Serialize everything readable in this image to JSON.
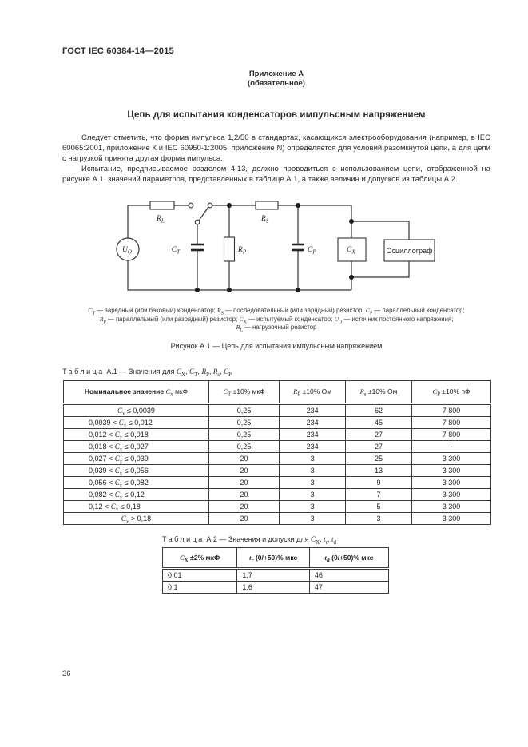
{
  "page": {
    "doc_code": "ГОСТ IEC 60384-14—2015",
    "page_number": "36"
  },
  "appendix": {
    "heading": "Приложение А",
    "subheading": "(обязательное)",
    "title": "Цепь для испытания конденсаторов импульсным напряжением"
  },
  "body": {
    "p1": "Следует отметить, что форма импульса 1,2/50 в стандартах, касающихся электрооборудования (например, в IEC 60065:2001, приложение К и IEC 60950-1:2005, приложение N) определяется для условий разомкнутой цепи, а для цепи с нагрузкой принята другая форма импульса.",
    "p2": "Испытание, предписываемое разделом 4.13, должно проводиться с использованием цепи, отображенной на рисунке А.1, значений параметров, представленных в таблице А.1, а также величин и допусков из таблицы А.2."
  },
  "circuit": {
    "source": {
      "v": "U",
      "s": "O"
    },
    "rl": {
      "v": "R",
      "s": "L"
    },
    "ct": {
      "v": "C",
      "s": "T"
    },
    "rp": {
      "v": "R",
      "s": "P"
    },
    "rs": {
      "v": "R",
      "s": "S"
    },
    "cp": {
      "v": "C",
      "s": "P"
    },
    "cx": {
      "v": "C",
      "s": "X"
    },
    "oscilloscope": "Осциллограф"
  },
  "legend": {
    "line1": {
      "v1": "C",
      "s1": "T",
      "t1": " — зарядный (или баковый) конденсатор; ",
      "v2": "R",
      "s2": "S",
      "t2": " — последовательный (или зарядный) резистор; ",
      "v3": "C",
      "s3": "P",
      "t3": " — параллельный конденсатор;"
    },
    "line2": {
      "v1": "R",
      "s1": "P",
      "t1": " — параллельный (или разрядный) резистор; ",
      "v2": "C",
      "s2": "X",
      "t2": " — испытуемый конденсатор; ",
      "v3": "U",
      "s3": "O",
      "t3": " — источник постоянного напряжения;"
    },
    "line3": {
      "v1": "R",
      "s1": "L",
      "t1": " — нагрузочный резистор"
    }
  },
  "figure_caption": "Рисунок А.1 — Цепь для испытания импульсным напряжением",
  "table_a1": {
    "label": "Таблица",
    "number": "А.1",
    "dash": "—",
    "title_text": "Значения для ",
    "title_vars": [
      {
        "v": "C",
        "s": "X",
        "sep": ", "
      },
      {
        "v": "C",
        "s": "T",
        "sep": ", "
      },
      {
        "v": "R",
        "s": "P",
        "sep": ", "
      },
      {
        "v": "R",
        "s": "s",
        "sep": ", "
      },
      {
        "v": "C",
        "s": "P",
        "sep": ""
      }
    ],
    "headers": {
      "h1": {
        "pre": "Номинальное значение ",
        "v": "C",
        "s": "x",
        "post": " мкФ"
      },
      "h2": {
        "v": "C",
        "s": "T",
        "post": " ±10% мкФ"
      },
      "h3": {
        "v": "R",
        "s": "P",
        "post": " ±10% Ом"
      },
      "h4": {
        "v": "R",
        "s": "s",
        "post": " ±10% Ом"
      },
      "h5": {
        "v": "C",
        "s": "P",
        "post": " ±10% пФ"
      }
    },
    "rows": [
      {
        "pre": "",
        "v": "C",
        "s": "x",
        "post": " ≤ 0,0039",
        "ct": "0,25",
        "rp": "234",
        "rs": "62",
        "cp": "7 800"
      },
      {
        "pre": "0,0039 < ",
        "v": "C",
        "s": "x",
        "post": " ≤ 0,012",
        "ct": "0,25",
        "rp": "234",
        "rs": "45",
        "cp": "7 800"
      },
      {
        "pre": "0,012  < ",
        "v": "C",
        "s": "x",
        "post": " ≤ 0,018",
        "ct": "0,25",
        "rp": "234",
        "rs": "27",
        "cp": "7 800"
      },
      {
        "pre": "0,018  < ",
        "v": "C",
        "s": "x",
        "post": " ≤ 0,027",
        "ct": "0,25",
        "rp": "234",
        "rs": "27",
        "cp": "-"
      },
      {
        "pre": "0,027  < ",
        "v": "C",
        "s": "x",
        "post": " ≤ 0,039",
        "ct": "20",
        "rp": "3",
        "rs": "25",
        "cp": "3 300"
      },
      {
        "pre": "0,039  < ",
        "v": "C",
        "s": "x",
        "post": " ≤ 0,056",
        "ct": "20",
        "rp": "3",
        "rs": "13",
        "cp": "3 300"
      },
      {
        "pre": "0,056  < ",
        "v": "C",
        "s": "x",
        "post": " ≤ 0,082",
        "ct": "20",
        "rp": "3",
        "rs": "9",
        "cp": "3 300"
      },
      {
        "pre": "0,082  < ",
        "v": "C",
        "s": "x",
        "post": " ≤ 0,12",
        "ct": "20",
        "rp": "3",
        "rs": "7",
        "cp": "3 300"
      },
      {
        "pre": "0,12   < ",
        "v": "C",
        "s": "x",
        "post": " ≤ 0,18",
        "ct": "20",
        "rp": "3",
        "rs": "5",
        "cp": "3 300"
      },
      {
        "pre": "",
        "v": "C",
        "s": "x",
        "post": " > 0,18",
        "ct": "20",
        "rp": "3",
        "rs": "3",
        "cp": "3 300"
      }
    ]
  },
  "table_a2": {
    "label": "Таблица",
    "number": "А.2",
    "dash": "—",
    "title_text": "Значения и допуски для ",
    "title_vars": [
      {
        "v": "C",
        "s": "X",
        "sep": ", "
      },
      {
        "v": "t",
        "s": "r",
        "sep": ", "
      },
      {
        "v": "t",
        "s": "d",
        "sep": ""
      }
    ],
    "headers": {
      "h1": {
        "v": "C",
        "s": "X",
        "post": " ±2% мкФ"
      },
      "h2": {
        "v": "t",
        "s": "r",
        "post": " (0/+50)% мкс"
      },
      "h3": {
        "v": "t",
        "s": "d",
        "post": " (0/+50)% мкс"
      }
    },
    "rows": [
      [
        "0,01",
        "1,7",
        "46"
      ],
      [
        "0,1",
        "1,6",
        "47"
      ]
    ]
  }
}
